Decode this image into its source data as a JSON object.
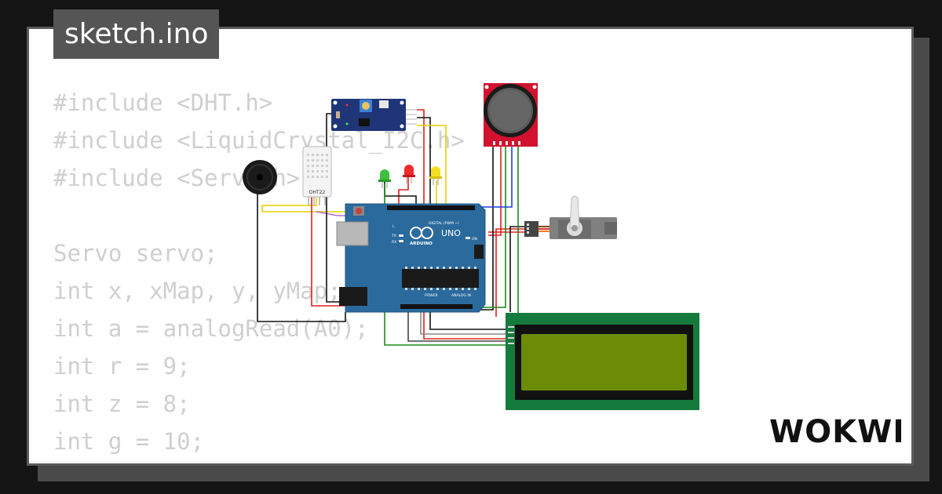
{
  "file_tab": {
    "label": "sketch.ino"
  },
  "code_lines": [
    "#include <DHT.h>",
    "#include <LiquidCrystal_I2C.h>",
    "#include <Servo.h>",
    "",
    "Servo servo;",
    "int x, xMap, y, yMap;",
    "int a = analogRead(A0);",
    "int r = 9;",
    "int z = 8;",
    "int g = 10;"
  ],
  "board": {
    "name": "UNO",
    "brand": "ARDUINO",
    "digital_label": "DIGITAL (PWM ~)",
    "analog_label": "ANALOG IN",
    "power_label": "POWER",
    "on_label": "ON",
    "tx_label": "TX",
    "rx_label": "RX",
    "l_label": "L"
  },
  "dht": {
    "label": "DHT22"
  },
  "logo": {
    "text": "WOKWI"
  },
  "colors": {
    "background": "#141414",
    "card": "#ffffff",
    "tab": "#555555",
    "code_text": "#cfcfcf",
    "board_blue": "#2b6a9d",
    "lcd_green": "#157b3d",
    "lcd_screen": "#6c8c06",
    "joystick_red": "#d2122e"
  }
}
